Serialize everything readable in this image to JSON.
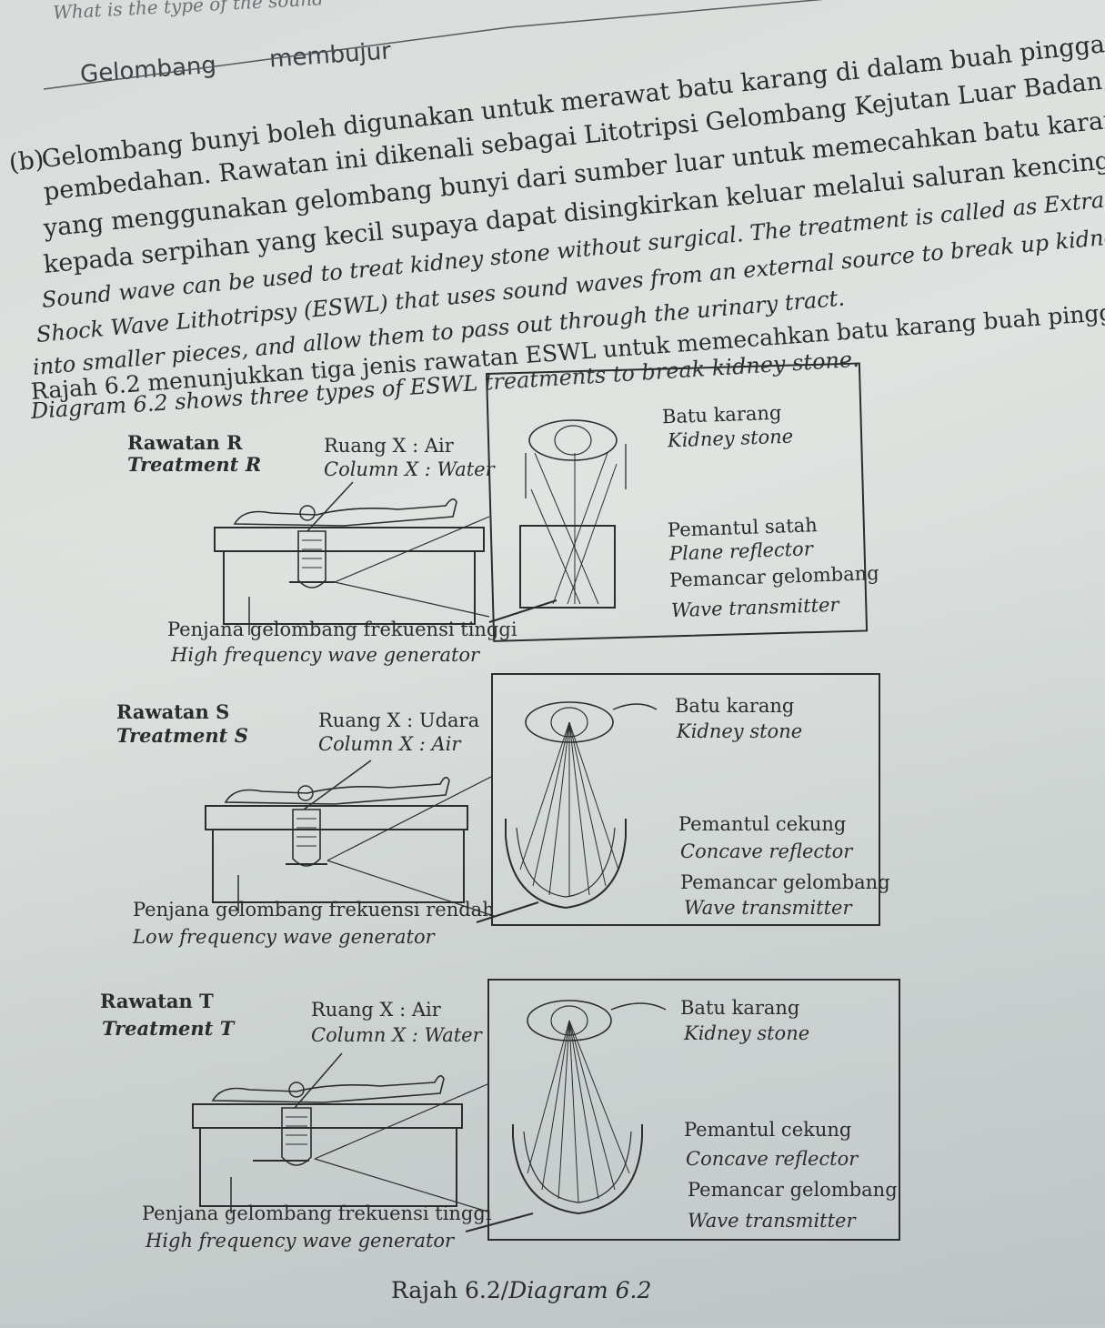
{
  "question": {
    "prev_prompt": "What is the type of the sound",
    "answer_handwritten": [
      "Gelombang",
      "membujur"
    ],
    "part_label": "(b)",
    "malay_lines": [
      "Gelombang bunyi boleh digunakan untuk merawat batu karang di dalam buah pinggang ta",
      "pembedahan. Rawatan ini dikenali sebagai Litotripsi Gelombang Kejutan Luar Badan (ESW",
      "yang menggunakan gelombang bunyi dari sumber luar untuk memecahkan batu karang ters",
      "kepada serpihan yang kecil supaya dapat disingkirkan keluar melalui saluran kencing."
    ],
    "english_lines": [
      "Sound wave can be used to treat kidney stone without surgical. The treatment is called as Extracorpo",
      "Shock Wave Lithotripsy (ESWL) that uses sound waves from an external source to break up kidney sto",
      "into smaller pieces, and allow them to pass out through the urinary tract."
    ],
    "intro_malay": "Rajah 6.2 menunjukkan tiga jenis rawatan ESWL untuk memecahkan batu karang buah pingga",
    "intro_english": "Diagram 6.2 shows  three types of ESWL treatments to break kidney stone."
  },
  "treatments": [
    {
      "name_my": "Rawatan R",
      "name_en": "Treatment R",
      "column_my": "Ruang X : Air",
      "column_en": "Column X : Water",
      "stone_my": "Batu karang",
      "stone_en": "Kidney stone",
      "reflector_my": "Pemantul satah",
      "reflector_en": "Plane reflector",
      "transmitter_my": "Pemancar gelombang",
      "transmitter_en": "Wave transmitter",
      "generator_my": "Penjana gelombang frekuensi tinggi",
      "generator_en": "High frequency wave generator"
    },
    {
      "name_my": "Rawatan S",
      "name_en": "Treatment S",
      "column_my": "Ruang X : Udara",
      "column_en": "Column X : Air",
      "stone_my": "Batu karang",
      "stone_en": "Kidney stone",
      "reflector_my": "Pemantul cekung",
      "reflector_en": "Concave reflector",
      "transmitter_my": "Pemancar gelombang",
      "transmitter_en": "Wave transmitter",
      "generator_my": "Penjana gelombang frekuensi rendah",
      "generator_en": "Low frequency wave generator"
    },
    {
      "name_my": "Rawatan T",
      "name_en": "Treatment T",
      "column_my": "Ruang X : Air",
      "column_en": "Column X : Water",
      "stone_my": "Batu karang",
      "stone_en": "Kidney stone",
      "reflector_my": "Pemantul cekung",
      "reflector_en": "Concave reflector",
      "transmitter_my": "Pemancar gelombang",
      "transmitter_en": "Wave transmitter",
      "generator_my": "Penjana gelombang frekuensi tinggi",
      "generator_en": "High frequency wave generator"
    }
  ],
  "caption": {
    "malay": "Rajah 6.2/",
    "english": "Diagram 6.2"
  }
}
